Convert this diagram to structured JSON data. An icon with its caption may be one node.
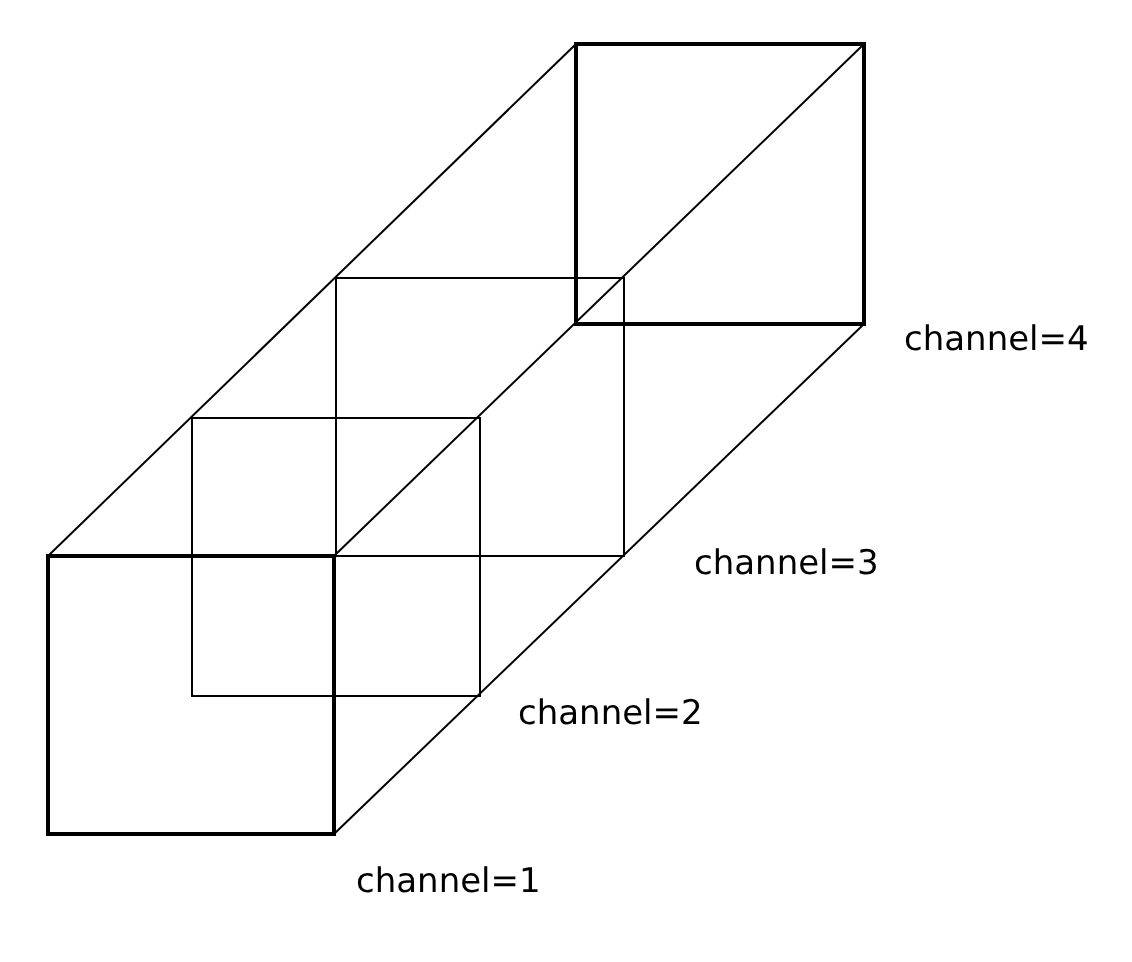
{
  "diagram": {
    "labels": [
      "channel=4",
      "channel=3",
      "channel=2",
      "channel=1"
    ]
  }
}
